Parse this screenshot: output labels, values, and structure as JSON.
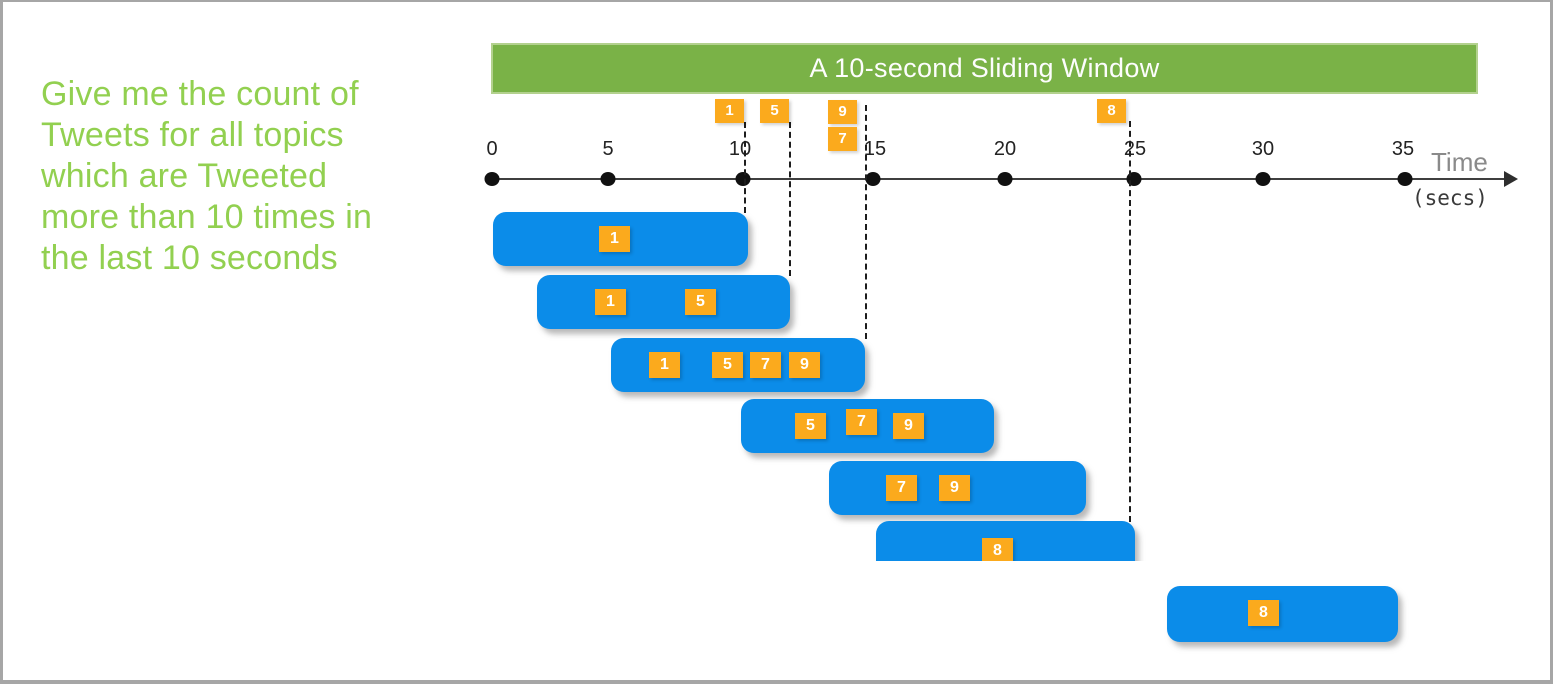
{
  "query": {
    "lines": [
      "Give me the count of",
      "Tweets for all topics",
      "which are Tweeted",
      "more than 10 times in",
      "the last 10 seconds"
    ]
  },
  "banner": {
    "label": "A 10-second Sliding Window"
  },
  "timeline": {
    "ticks": [
      "0",
      "5",
      "10",
      "15",
      "20",
      "25",
      "30",
      "35"
    ],
    "axis_title": "Time",
    "axis_unit": "(secs)"
  },
  "stream_events": [
    {
      "id": "1"
    },
    {
      "id": "5"
    },
    {
      "id": "9"
    },
    {
      "id": "7"
    },
    {
      "id": "8"
    }
  ],
  "windows": [
    {
      "events": [
        "1"
      ]
    },
    {
      "events": [
        "1",
        "5"
      ]
    },
    {
      "events": [
        "1",
        "5",
        "7",
        "9"
      ]
    },
    {
      "events": [
        "5",
        "7",
        "9"
      ]
    },
    {
      "events": [
        "7",
        "9"
      ]
    },
    {
      "events": [
        "8"
      ]
    },
    {
      "events": [
        "8"
      ]
    }
  ],
  "colors": {
    "banner_green": "#7ab247",
    "query_green": "#92d050",
    "window_blue": "#0b8ce9",
    "event_orange": "#fbaa1d"
  }
}
